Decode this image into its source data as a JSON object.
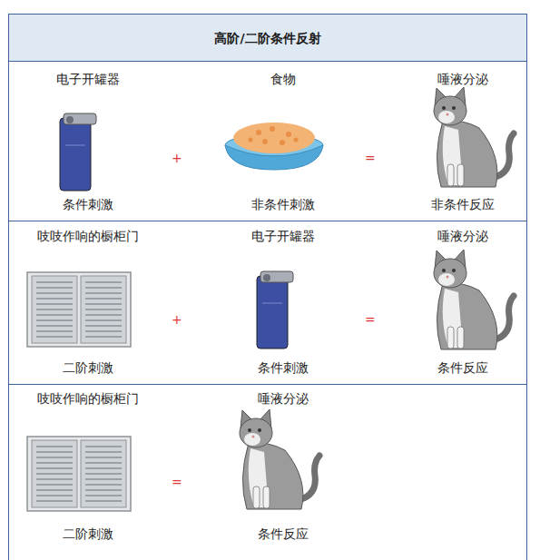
{
  "diagram": {
    "title": "高阶/二阶条件反射",
    "nodes": [
      {
        "text": [
          "电子开罐器",
          "条件刺激",
          "食物",
          "非条件刺激",
          "唾液分泌",
          "非条件反应"
        ]
      },
      {
        "text": [
          "吱吱作响的橱柜门",
          "二阶刺激",
          "电子开罐器",
          "条件刺激",
          "唾液分泌",
          "条件反应"
        ]
      },
      {
        "text": [
          "吱吱作响的橱柜门",
          "二阶刺激",
          "唾液分泌",
          "条件反应"
        ]
      }
    ],
    "labels": [
      "+",
      "=",
      "+",
      "=",
      "="
    ]
  }
}
